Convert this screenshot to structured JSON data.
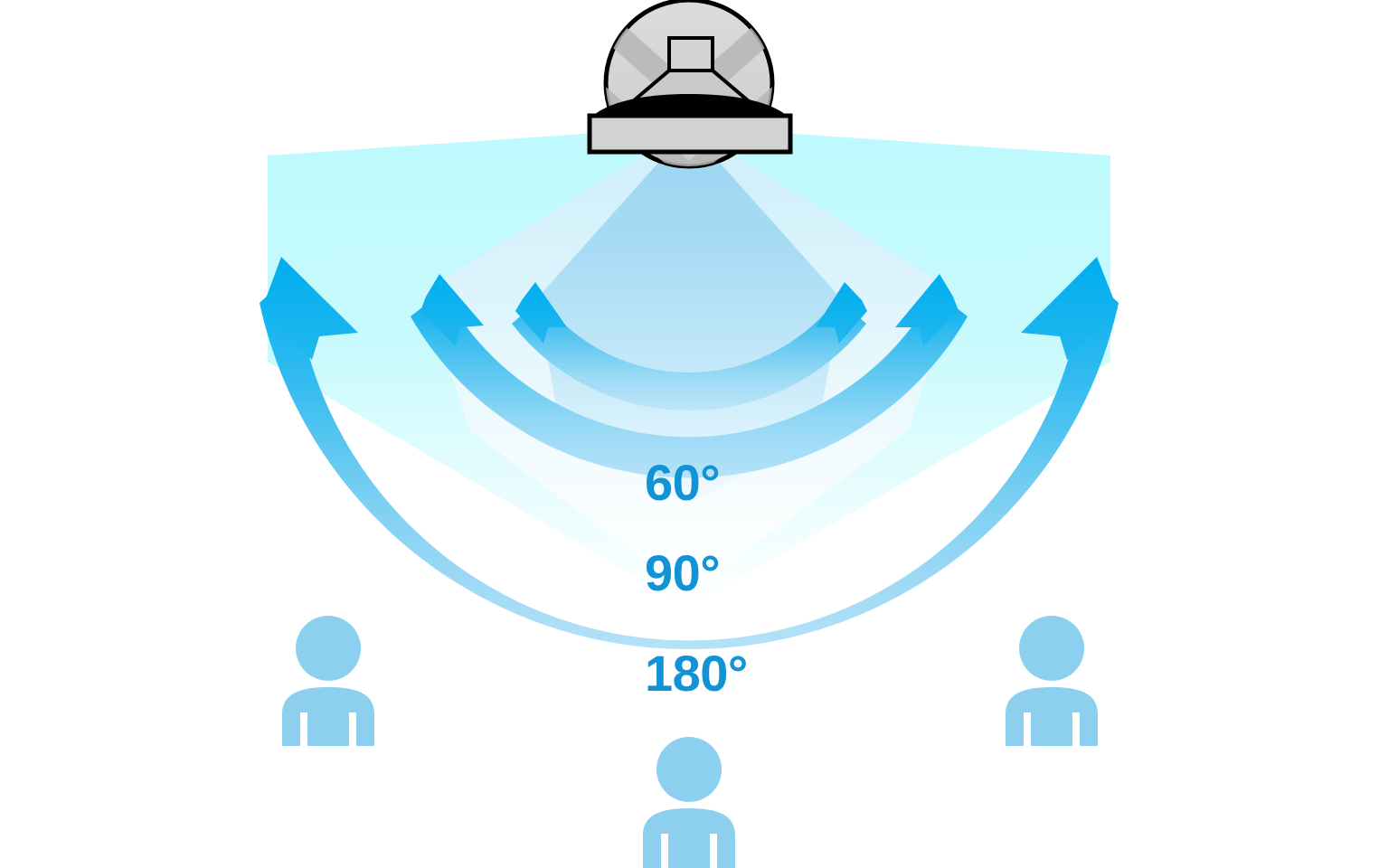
{
  "diagram": {
    "title": "Ceiling-mounted motion sensor detection angle diagram",
    "sensor": {
      "name": "ceiling-motion-sensor",
      "body_color": "#D4D4D4",
      "outline_color": "#000000",
      "shade_color": "#B5B5B5",
      "base_color": "#CFCFCF"
    },
    "background_color": "#FFFFFF",
    "accent_color": "#00AEEF",
    "label_color": "#1193D6",
    "person_color": "#8DCFEE"
  },
  "chart_data": {
    "type": "pie",
    "title": "Motion sensor detection angles",
    "xlabel": "",
    "ylabel": "",
    "categories": [
      "60°",
      "90°",
      "180°"
    ],
    "values": [
      60,
      90,
      180
    ],
    "units": "degrees",
    "series": [
      {
        "name": "detection-zones",
        "values": [
          60,
          90,
          180
        ]
      }
    ],
    "annotations": [
      {
        "id": "zone-60",
        "label": "60°",
        "angle_deg": 60,
        "arc_radius_px": 205,
        "fan_color": "#A8DDF5"
      },
      {
        "id": "zone-90",
        "label": "90°",
        "angle_deg": 90,
        "arc_radius_px": 310,
        "fan_color": "#D6F1FC"
      },
      {
        "id": "zone-180",
        "label": "180°",
        "angle_deg": 180,
        "arc_radius_px": 430,
        "fan_color": "#C2FAFC"
      }
    ],
    "legend_position": "inline-center",
    "grid": false
  },
  "labels": {
    "angle_60": "60°",
    "angle_90": "90°",
    "angle_180": "180°"
  },
  "zones": [
    {
      "id": "inner",
      "label": "60°",
      "angle": 60,
      "fill_top": "#9ED7F3",
      "fill_bottom": "#DFF6FD",
      "arc_color_top": "#3FBDEE",
      "arc_color_bottom": "#BDE4F8"
    },
    {
      "id": "middle",
      "label": "90°",
      "angle": 90,
      "fill_top": "#CFEFFB",
      "fill_bottom": "#FFFFFF",
      "arc_color_top": "#29B6EC",
      "arc_color_bottom": "#B8E2F7"
    },
    {
      "id": "outer",
      "label": "180°",
      "angle": 180,
      "fill_top": "#BFFAFC",
      "fill_bottom": "#EFFEFE",
      "arc_color_top": "#00AEEF",
      "arc_color_bottom": "#A9DCF4"
    }
  ],
  "people": [
    {
      "id": "person-left",
      "position": "left"
    },
    {
      "id": "person-right",
      "position": "right"
    },
    {
      "id": "person-center",
      "position": "center-bottom"
    }
  ],
  "arrows": [
    {
      "id": "arrow-outer-left",
      "side": "left",
      "zone": "180°"
    },
    {
      "id": "arrow-middle-left",
      "side": "left",
      "zone": "90°"
    },
    {
      "id": "arrow-inner-left",
      "side": "left",
      "zone": "60°"
    },
    {
      "id": "arrow-inner-right",
      "side": "right",
      "zone": "60°"
    },
    {
      "id": "arrow-middle-right",
      "side": "right",
      "zone": "90°"
    },
    {
      "id": "arrow-outer-right",
      "side": "right",
      "zone": "180°"
    }
  ]
}
